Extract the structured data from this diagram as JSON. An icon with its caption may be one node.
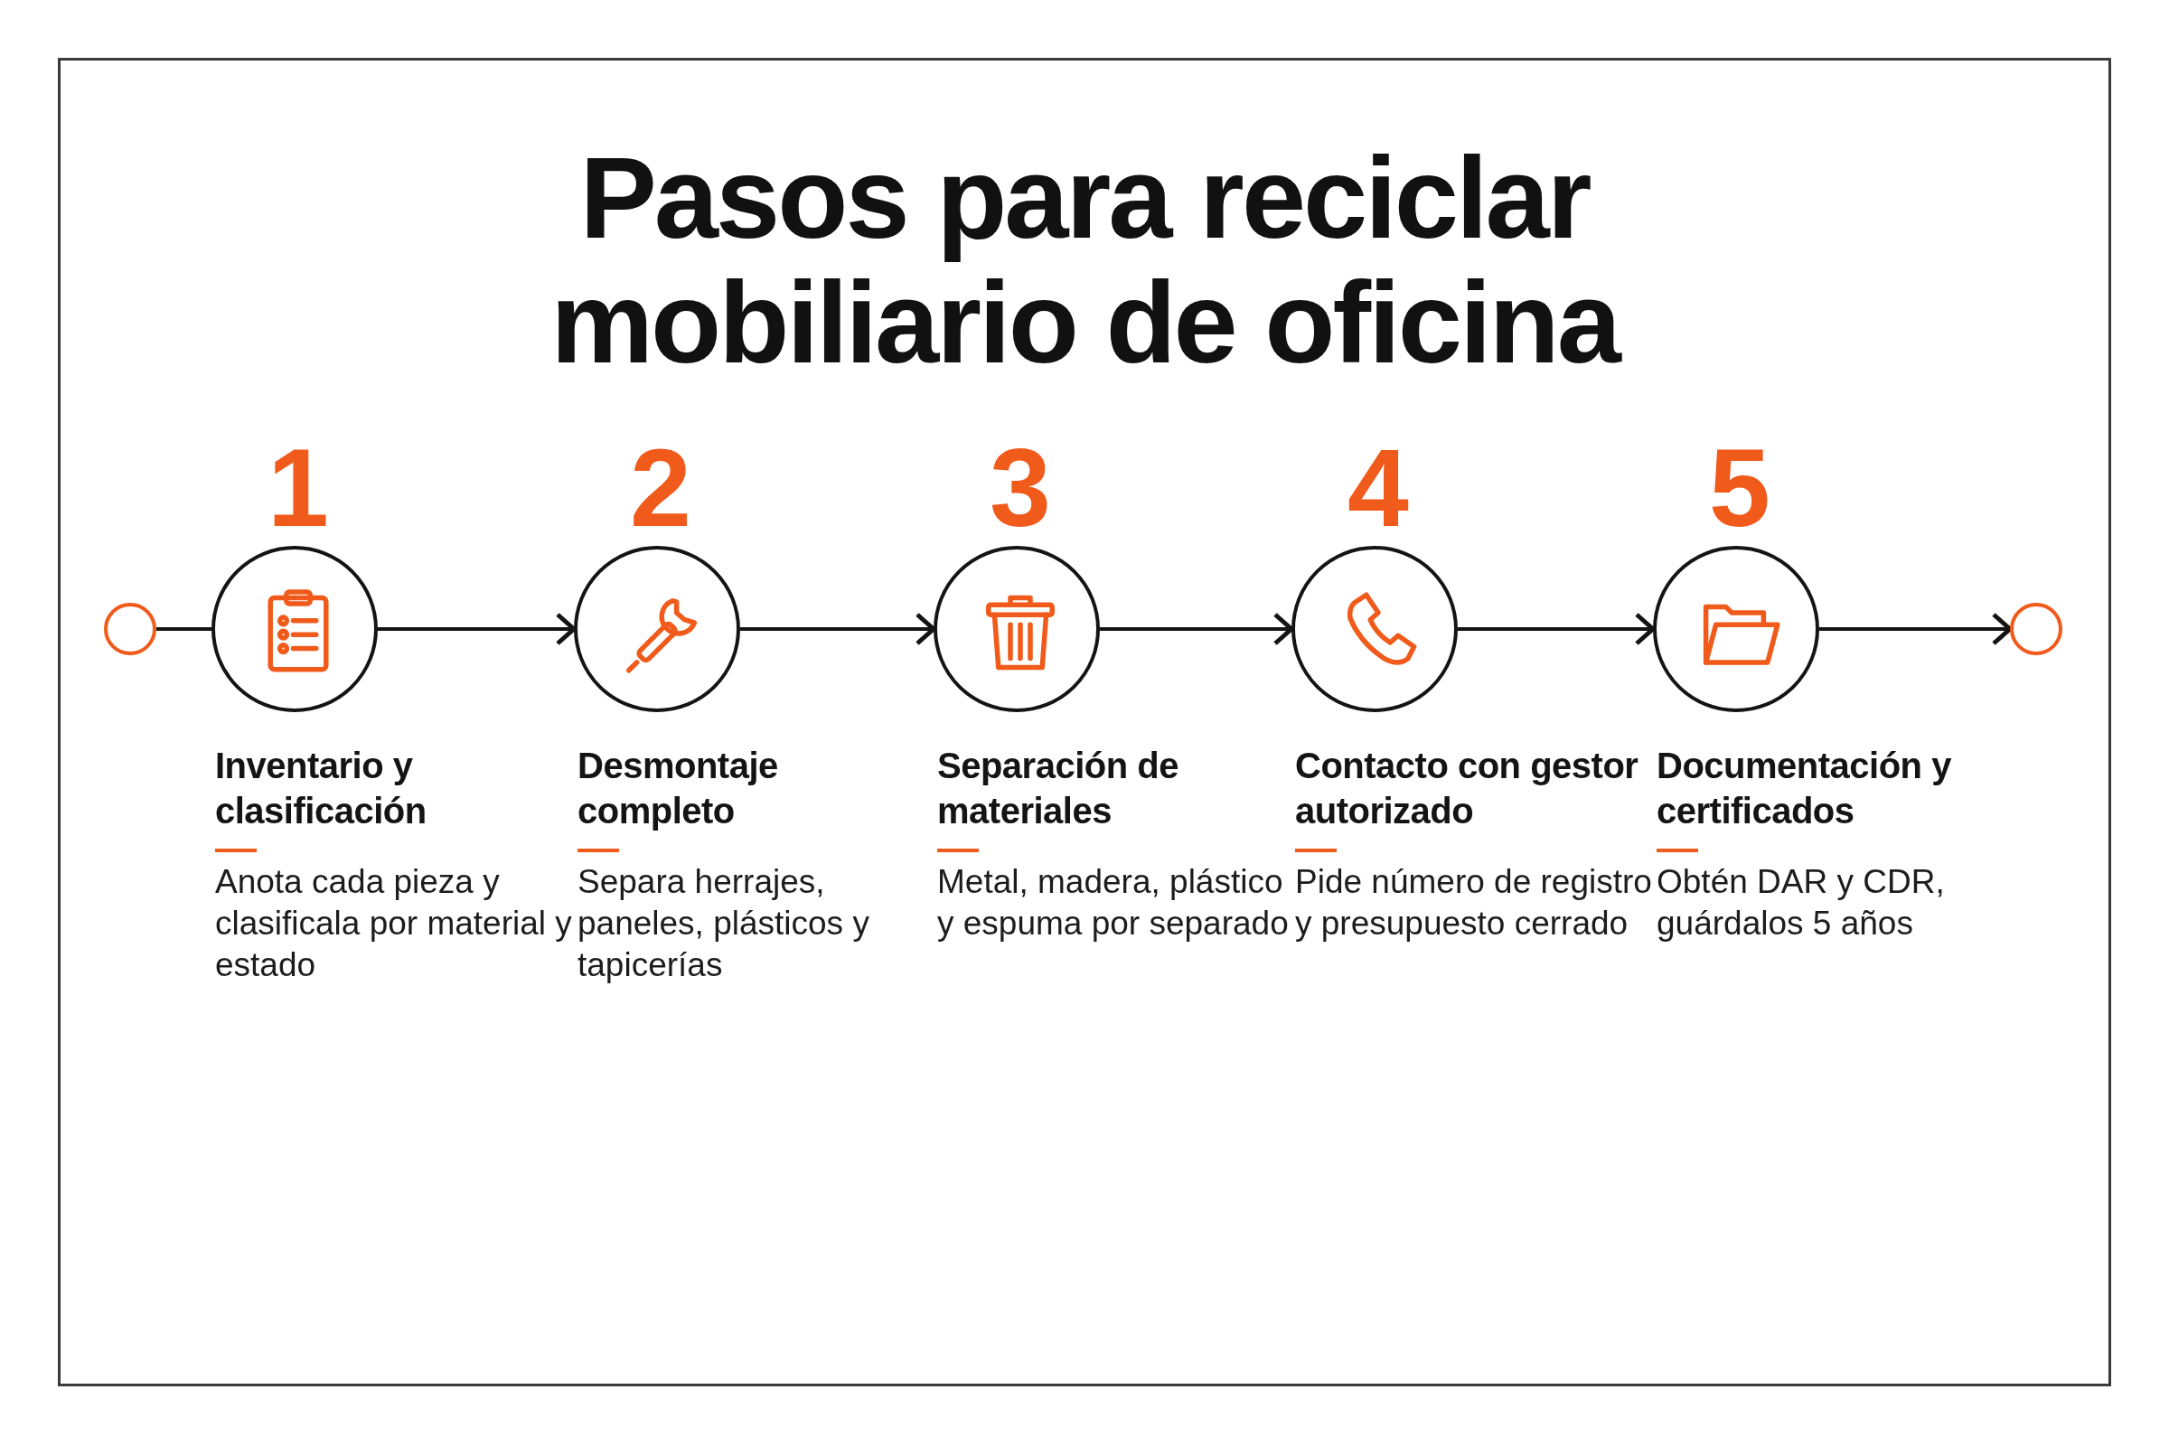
{
  "diagram": {
    "title": "Pasos para reciclar mobiliario de oficina",
    "nodes": [
      {
        "text": [],
        "shape": "circle"
      },
      {
        "text": [
          "Inventario y clasificación",
          "Anota cada pieza y clasificala por material y estado"
        ],
        "beside": [
          "1"
        ]
      },
      {
        "text": [
          "Desmontaje completo",
          "Separa herrajes, paneles, plásticos y tapicerías"
        ],
        "beside": [
          "2"
        ]
      },
      {
        "text": [
          "Separación de materiales",
          "Metal, madera, plástico y espuma por separado"
        ],
        "beside": [
          "3"
        ]
      },
      {
        "text": [
          "Contacto con gestor autorizado",
          "Pide número de registro y presupuesto cerrado"
        ],
        "beside": [
          "4"
        ]
      },
      {
        "text": [
          "Documentación y certificados",
          "Obtén DAR y CDR, guárdalos 5 años"
        ],
        "beside": [
          "5"
        ]
      },
      {
        "text": [],
        "shape": "circle"
      }
    ],
    "edges": [
      {
        "from": 0,
        "to": 1,
        "arrow": "none"
      },
      {
        "from": 1,
        "to": 2,
        "arrow": "to"
      },
      {
        "from": 2,
        "to": 3,
        "arrow": "to"
      },
      {
        "from": 3,
        "to": 4,
        "arrow": "to"
      },
      {
        "from": 4,
        "to": 5,
        "arrow": "to"
      },
      {
        "from": 5,
        "to": 6,
        "arrow": "to"
      }
    ]
  }
}
